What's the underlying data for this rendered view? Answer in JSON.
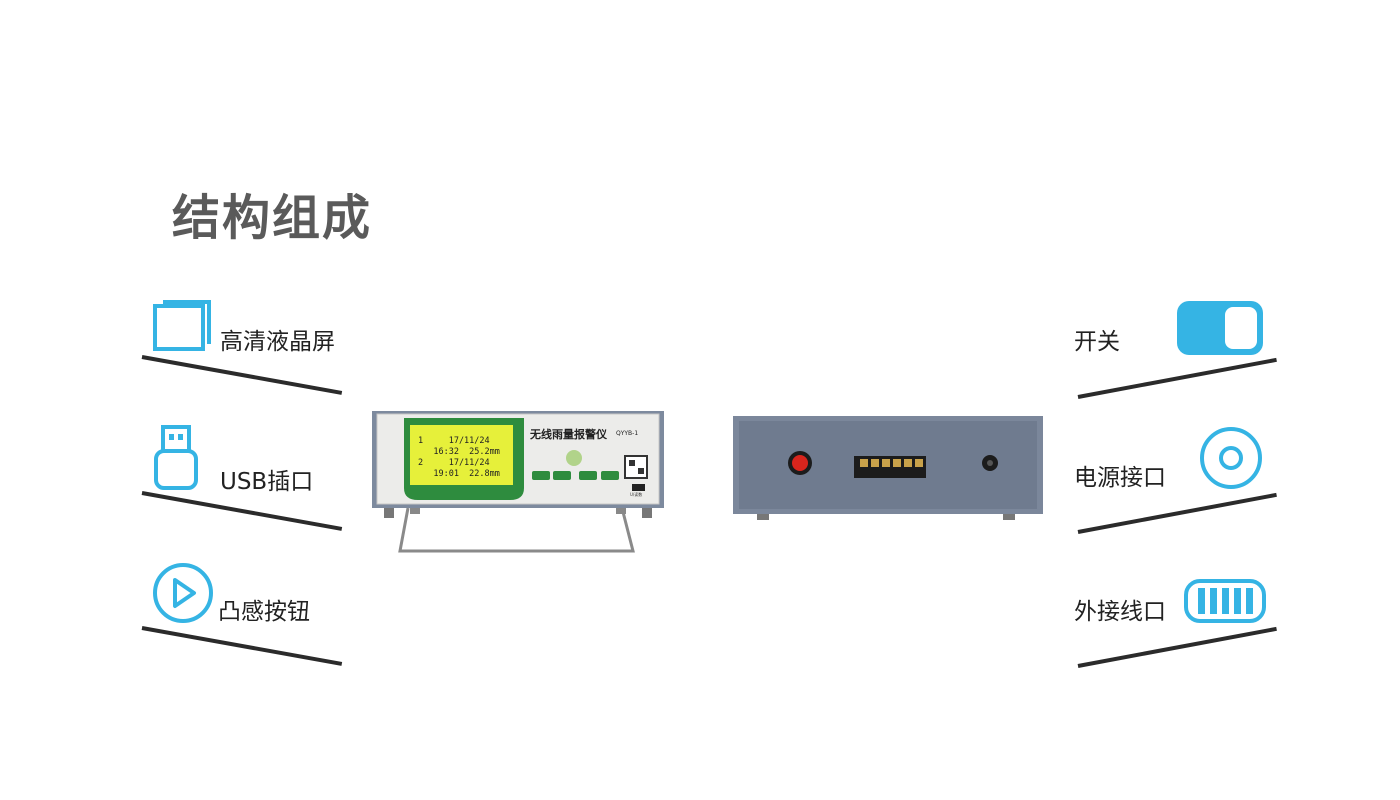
{
  "title": "结构组成",
  "features_left": [
    {
      "label": "高清液晶屏",
      "icon": "screen-icon"
    },
    {
      "label": "USB插口",
      "icon": "usb-icon"
    },
    {
      "label": "凸感按钮",
      "icon": "play-button-icon"
    }
  ],
  "features_right": [
    {
      "label": "开关",
      "icon": "toggle-switch-icon"
    },
    {
      "label": "电源接口",
      "icon": "power-port-icon"
    },
    {
      "label": "外接线口",
      "icon": "terminal-block-icon"
    }
  ],
  "device": {
    "name": "无线雨量报警仪",
    "model": "QYYB-1",
    "lcd_lines": [
      "1     17/11/24",
      "   16:32  25.2mm",
      "2     17/11/24",
      "   19:01  22.8mm"
    ],
    "usb_label": "U/读数"
  },
  "colors": {
    "accent": "#35b4e4",
    "title": "#5a5a5a",
    "lcd": "#e6f03a",
    "bezel": "#2e8c3e"
  }
}
